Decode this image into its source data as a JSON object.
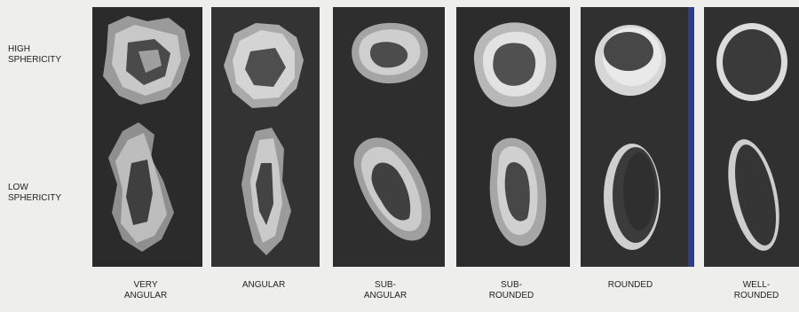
{
  "rows": [
    "HIGH\nSPHERICITY",
    "LOW\nSPHERICITY"
  ],
  "columns": [
    {
      "label": "VERY\nANGULAR"
    },
    {
      "label": "ANGULAR"
    },
    {
      "label": "SUB-\nANGULAR"
    },
    {
      "label": "SUB-\nROUNDED"
    },
    {
      "label": "ROUNDED"
    },
    {
      "label": "WELL-\nROUNDED"
    }
  ]
}
